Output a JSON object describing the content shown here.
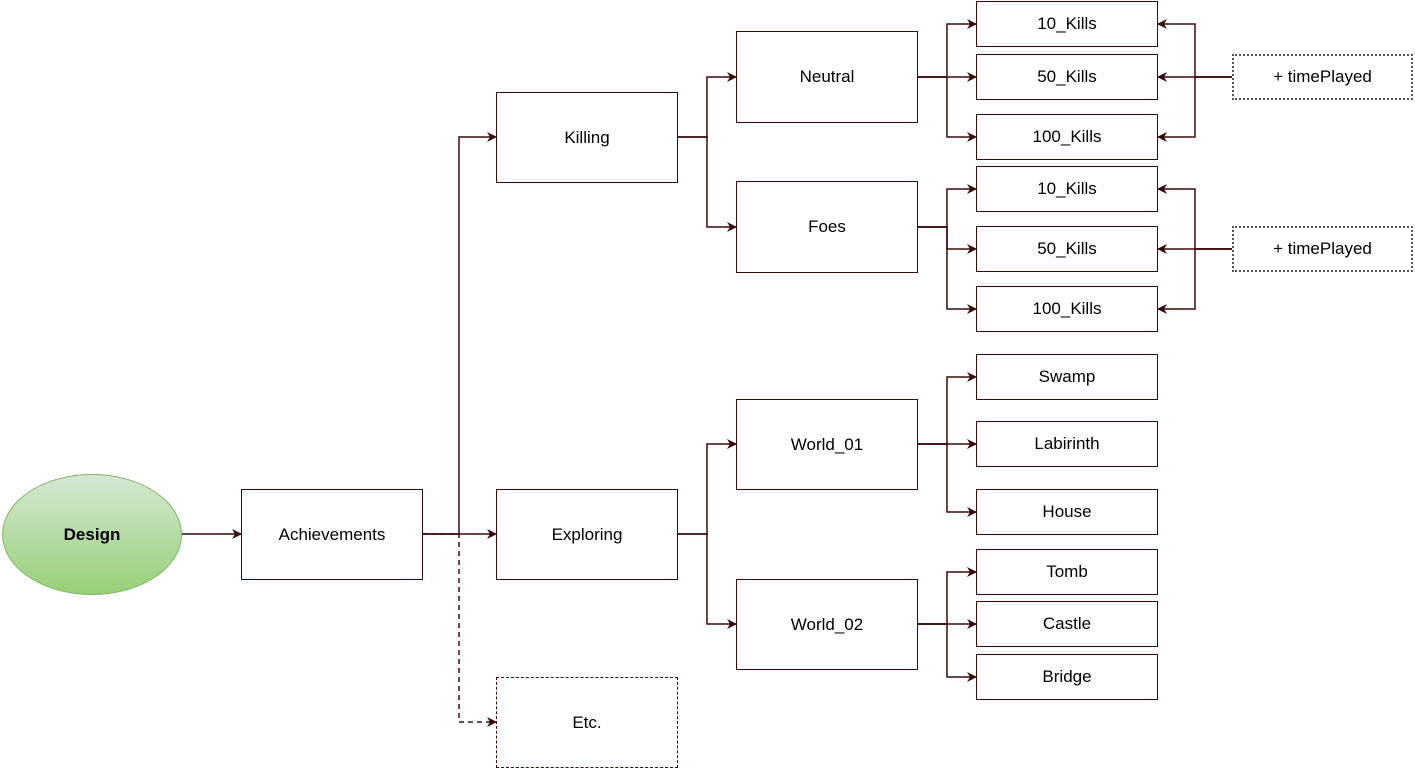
{
  "nodes": {
    "design": "Design",
    "achievements": "Achievements",
    "killing": "Killing",
    "exploring": "Exploring",
    "etc": "Etc.",
    "neutral": "Neutral",
    "foes": "Foes",
    "world01": "World_01",
    "world02": "World_02",
    "neutral_10": "10_Kills",
    "neutral_50": "50_Kills",
    "neutral_100": "100_Kills",
    "foes_10": "10_Kills",
    "foes_50": "50_Kills",
    "foes_100": "100_Kills",
    "swamp": "Swamp",
    "labirinth": "Labirinth",
    "house": "House",
    "tomb": "Tomb",
    "castle": "Castle",
    "bridge": "Bridge",
    "neutral_time": "+ timePlayed",
    "foes_time": "+ timePlayed"
  },
  "colors": {
    "edge": "#3a0a0a",
    "design_fill_top": "#d5e8d4",
    "design_fill_bottom": "#97d077",
    "design_border": "#82b366"
  }
}
